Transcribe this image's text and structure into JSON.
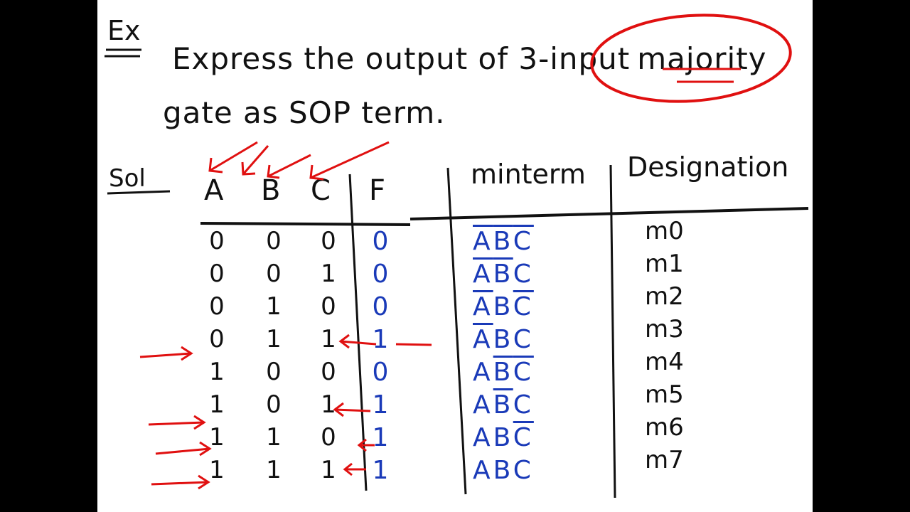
{
  "heading": {
    "ex": "Ex",
    "line1_prefix": "Express the output of 3-input",
    "line1_highlight": "majority",
    "line2": "gate as SOP term."
  },
  "solution_label": "Sol",
  "table": {
    "headers": {
      "a": "A",
      "b": "B",
      "c": "C",
      "f": "F",
      "minterm": "minterm",
      "designation": "Designation"
    },
    "rows": [
      {
        "a": "0",
        "b": "0",
        "c": "0",
        "f": "0",
        "minterm": [
          {
            "t": "A",
            "bar": true
          },
          {
            "t": "B",
            "bar": true
          },
          {
            "t": "C",
            "bar": true
          }
        ],
        "designation": "m0"
      },
      {
        "a": "0",
        "b": "0",
        "c": "1",
        "f": "0",
        "minterm": [
          {
            "t": "A",
            "bar": true
          },
          {
            "t": "B",
            "bar": true
          },
          {
            "t": "C",
            "bar": false
          }
        ],
        "designation": "m1"
      },
      {
        "a": "0",
        "b": "1",
        "c": "0",
        "f": "0",
        "minterm": [
          {
            "t": "A",
            "bar": true
          },
          {
            "t": "B",
            "bar": false
          },
          {
            "t": "C",
            "bar": true
          }
        ],
        "designation": "m2"
      },
      {
        "a": "0",
        "b": "1",
        "c": "1",
        "f": "1",
        "minterm": [
          {
            "t": "A",
            "bar": true
          },
          {
            "t": "B",
            "bar": false
          },
          {
            "t": "C",
            "bar": false
          }
        ],
        "designation": "m3"
      },
      {
        "a": "1",
        "b": "0",
        "c": "0",
        "f": "0",
        "minterm": [
          {
            "t": "A",
            "bar": false
          },
          {
            "t": "B",
            "bar": true
          },
          {
            "t": "C",
            "bar": true
          }
        ],
        "designation": "m4"
      },
      {
        "a": "1",
        "b": "0",
        "c": "1",
        "f": "1",
        "minterm": [
          {
            "t": "A",
            "bar": false
          },
          {
            "t": "B",
            "bar": true
          },
          {
            "t": "C",
            "bar": false
          }
        ],
        "designation": "m5"
      },
      {
        "a": "1",
        "b": "1",
        "c": "0",
        "f": "1",
        "minterm": [
          {
            "t": "A",
            "bar": false
          },
          {
            "t": "B",
            "bar": false
          },
          {
            "t": "C",
            "bar": true
          }
        ],
        "designation": "m6"
      },
      {
        "a": "1",
        "b": "1",
        "c": "1",
        "f": "1",
        "minterm": [
          {
            "t": "A",
            "bar": false
          },
          {
            "t": "B",
            "bar": false
          },
          {
            "t": "C",
            "bar": false
          }
        ],
        "designation": "m7"
      }
    ]
  },
  "colors": {
    "ink": "#111111",
    "blue_ink": "#1a3ab8",
    "red_ink": "#e01010",
    "board": "#ffffff",
    "frame": "#000000"
  },
  "icons": {
    "row_pointer": "red-arrow-icon",
    "header_pointer": "red-arrow-icon",
    "highlight_circle": "red-circle"
  }
}
